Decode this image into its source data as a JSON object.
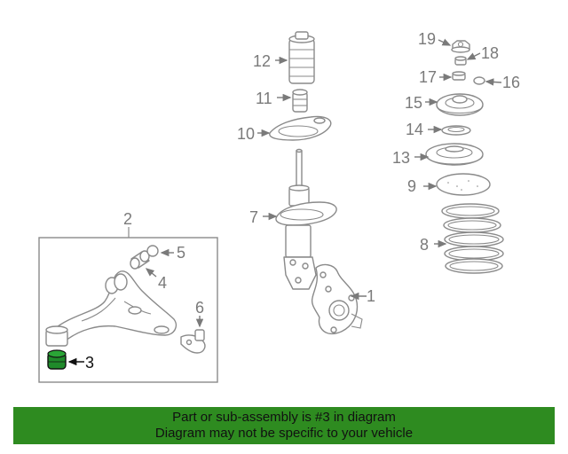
{
  "callouts": {
    "c1": "1",
    "c2": "2",
    "c3": "3",
    "c4": "4",
    "c5": "5",
    "c6": "6",
    "c7": "7",
    "c8": "8",
    "c9": "9",
    "c10": "10",
    "c11": "11",
    "c12": "12",
    "c13": "13",
    "c14": "14",
    "c15": "15",
    "c16": "16",
    "c17": "17",
    "c18": "18",
    "c19": "19"
  },
  "highlight_color": "#1f8a2a",
  "banner": {
    "line1": "Part or sub-assembly is #3 in diagram",
    "line2": "Diagram may not be specific to your vehicle",
    "color": "#2e8b20"
  }
}
